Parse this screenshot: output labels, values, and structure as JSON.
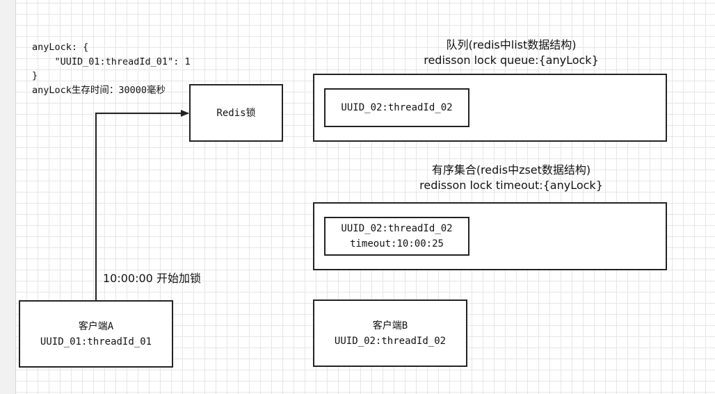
{
  "lock_note": {
    "line1": "anyLock: {",
    "line2": "    \"UUID_01:threadId_01\": 1",
    "line3": "}",
    "line4": "anyLock生存时间：30000毫秒"
  },
  "redis_lock": {
    "label": "Redis锁"
  },
  "queue": {
    "title": "队列(redis中list数据结构)",
    "key": "redisson lock queue:{anyLock}",
    "item": "UUID_02:threadId_02"
  },
  "zset": {
    "title": "有序集合(redis中zset数据结构)",
    "key": "redisson lock timeout:{anyLock}",
    "item_id": "UUID_02:threadId_02",
    "item_timeout": "timeout:10:00:25"
  },
  "edge_label": "10:00:00 开始加锁",
  "client_a": {
    "name": "客户端A",
    "id": "UUID_01:threadId_01"
  },
  "client_b": {
    "name": "客户端B",
    "id": "UUID_02:threadId_02"
  }
}
